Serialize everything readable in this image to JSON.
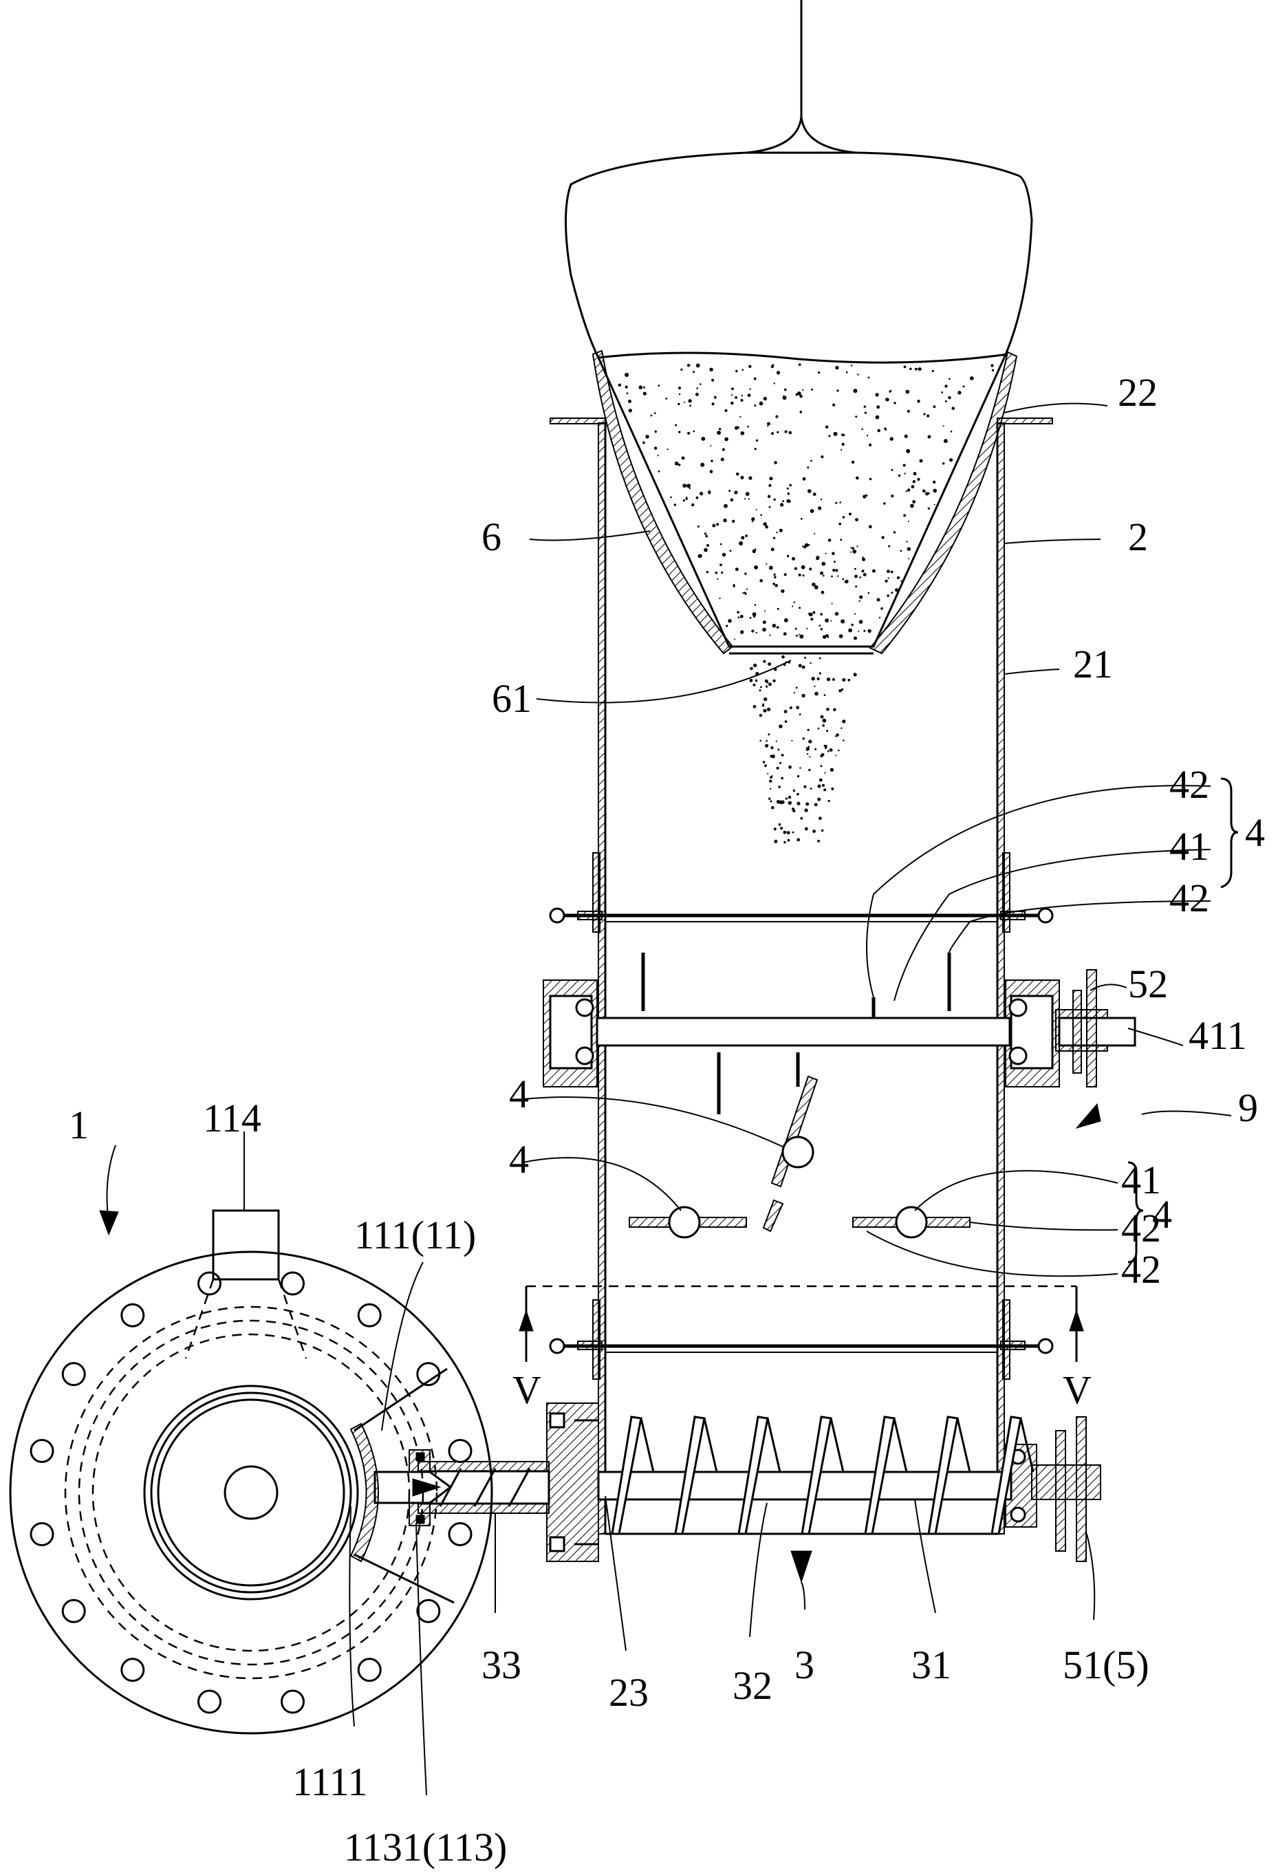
{
  "labels": {
    "l1": "1",
    "l114": "114",
    "l111": "111(11)",
    "l1111": "1111",
    "l1131": "1131(113)",
    "l33": "33",
    "l23": "23",
    "l32": "32",
    "l3": "3",
    "l31": "31",
    "l51": "51(5)",
    "l22": "22",
    "l6": "6",
    "l2": "2",
    "l61": "61",
    "l21": "21",
    "l42a": "42",
    "l41a": "41",
    "l42b": "42",
    "l4a": "4",
    "l52": "52",
    "l411": "411",
    "l4b": "4",
    "l4c": "4",
    "l9": "9",
    "l41b": "41",
    "l42c": "42",
    "l42d": "42",
    "l4d": "4",
    "lVleft": "V",
    "lVright": "V"
  }
}
